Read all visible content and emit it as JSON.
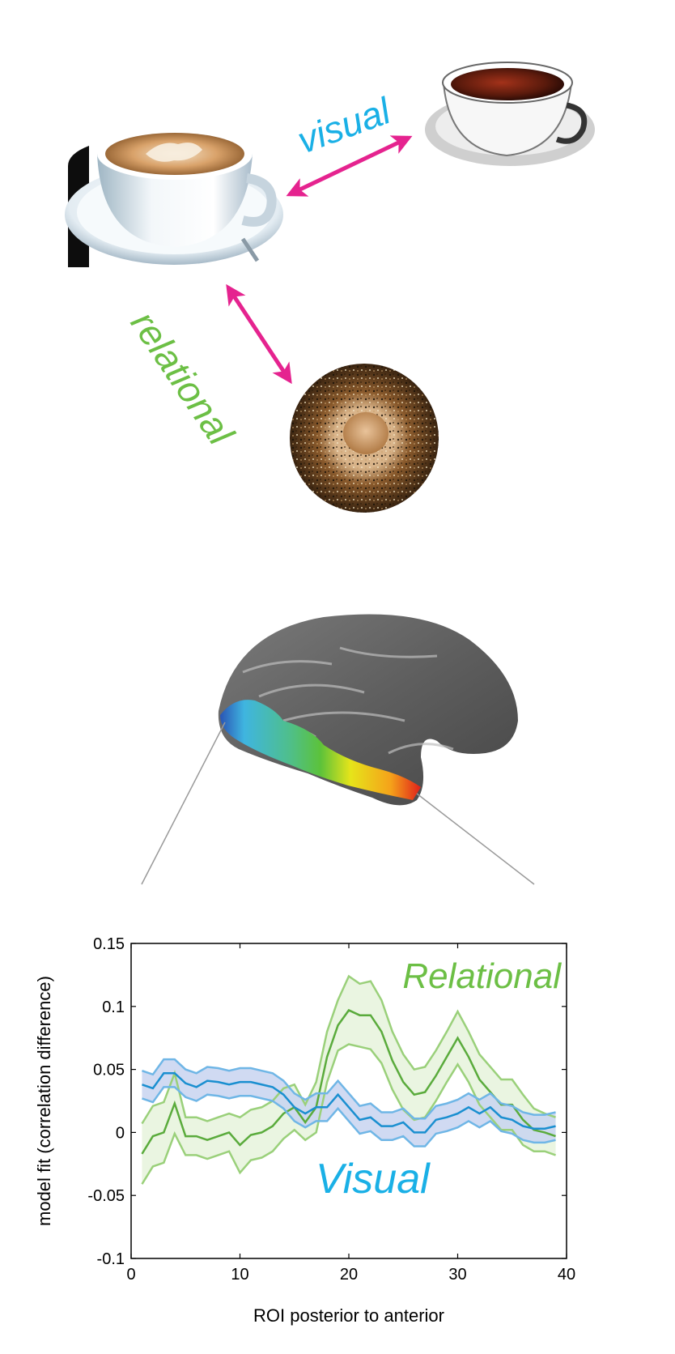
{
  "top_diagram": {
    "visual_label": "visual",
    "relational_label": "relational",
    "colors": {
      "visual": "#1ab0e6",
      "relational": "#6cbf45",
      "arrow": "#e5238f"
    },
    "objects": [
      "latte-cup",
      "tea-cup",
      "bagel"
    ]
  },
  "chart_data": {
    "type": "line",
    "xlabel": "ROI posterior to anterior",
    "ylabel": "model fit (correlation difference)",
    "xlim": [
      0,
      40
    ],
    "ylim": [
      -0.1,
      0.15
    ],
    "xticks": [
      0,
      10,
      20,
      30,
      40
    ],
    "yticks": [
      -0.1,
      -0.05,
      0,
      0.05,
      0.1,
      0.15
    ],
    "ytick_labels": [
      "-0.1",
      "-0.05",
      "0",
      "0.05",
      "0.1",
      "0.15"
    ],
    "grid": false,
    "x": [
      1,
      2,
      3,
      4,
      5,
      6,
      7,
      8,
      9,
      10,
      11,
      12,
      13,
      14,
      15,
      16,
      17,
      18,
      19,
      20,
      21,
      22,
      23,
      24,
      25,
      26,
      27,
      28,
      29,
      30,
      31,
      32,
      33,
      34,
      35,
      36,
      37,
      38,
      39
    ],
    "series": [
      {
        "name": "Visual",
        "color": "#1a8fd0",
        "band_color": "#c8d4f0",
        "values": [
          0.038,
          0.035,
          0.047,
          0.047,
          0.039,
          0.036,
          0.041,
          0.04,
          0.038,
          0.04,
          0.04,
          0.038,
          0.036,
          0.03,
          0.02,
          0.015,
          0.02,
          0.02,
          0.03,
          0.02,
          0.01,
          0.012,
          0.005,
          0.005,
          0.008,
          0.0,
          0.0,
          0.01,
          0.012,
          0.015,
          0.02,
          0.015,
          0.02,
          0.012,
          0.01,
          0.005,
          0.003,
          0.003,
          0.005
        ],
        "lower": [
          0.027,
          0.024,
          0.036,
          0.036,
          0.028,
          0.025,
          0.03,
          0.029,
          0.027,
          0.029,
          0.029,
          0.027,
          0.025,
          0.019,
          0.009,
          0.004,
          0.009,
          0.009,
          0.019,
          0.009,
          -0.001,
          0.001,
          -0.006,
          -0.006,
          -0.003,
          -0.011,
          -0.011,
          -0.001,
          0.001,
          0.004,
          0.009,
          0.004,
          0.009,
          0.001,
          -0.001,
          -0.006,
          -0.008,
          -0.008,
          -0.006
        ],
        "upper": [
          0.049,
          0.046,
          0.058,
          0.058,
          0.05,
          0.047,
          0.052,
          0.051,
          0.049,
          0.051,
          0.051,
          0.049,
          0.047,
          0.041,
          0.031,
          0.026,
          0.031,
          0.031,
          0.041,
          0.031,
          0.021,
          0.023,
          0.016,
          0.016,
          0.019,
          0.011,
          0.011,
          0.021,
          0.023,
          0.026,
          0.031,
          0.026,
          0.031,
          0.023,
          0.021,
          0.016,
          0.014,
          0.014,
          0.016
        ]
      },
      {
        "name": "Relational",
        "color": "#5aab3c",
        "band_color": "#e6f3dc",
        "values": [
          -0.017,
          -0.003,
          0.0,
          0.023,
          -0.003,
          -0.003,
          -0.006,
          -0.003,
          0.0,
          -0.01,
          -0.002,
          0.0,
          0.005,
          0.015,
          0.02,
          0.008,
          0.02,
          0.06,
          0.085,
          0.097,
          0.093,
          0.093,
          0.08,
          0.057,
          0.04,
          0.03,
          0.032,
          0.045,
          0.06,
          0.075,
          0.06,
          0.042,
          0.032,
          0.022,
          0.022,
          0.01,
          0.002,
          0.0,
          -0.003
        ],
        "lower": [
          -0.041,
          -0.027,
          -0.024,
          -0.001,
          -0.018,
          -0.018,
          -0.021,
          -0.018,
          -0.015,
          -0.032,
          -0.022,
          -0.02,
          -0.015,
          -0.005,
          0.002,
          -0.006,
          0.0,
          0.04,
          0.065,
          0.07,
          0.068,
          0.066,
          0.055,
          0.034,
          0.018,
          0.01,
          0.012,
          0.025,
          0.04,
          0.054,
          0.04,
          0.022,
          0.012,
          0.002,
          0.002,
          -0.01,
          -0.015,
          -0.015,
          -0.018
        ],
        "upper": [
          0.007,
          0.021,
          0.024,
          0.047,
          0.012,
          0.012,
          0.009,
          0.012,
          0.015,
          0.012,
          0.018,
          0.02,
          0.025,
          0.035,
          0.038,
          0.022,
          0.04,
          0.08,
          0.105,
          0.124,
          0.118,
          0.12,
          0.105,
          0.08,
          0.062,
          0.05,
          0.052,
          0.065,
          0.08,
          0.096,
          0.08,
          0.062,
          0.052,
          0.042,
          0.042,
          0.03,
          0.019,
          0.015,
          0.012
        ]
      }
    ],
    "annotations": [
      {
        "text": "Relational",
        "color": "#6cbf45"
      },
      {
        "text": "Visual",
        "color": "#1ab0e6"
      }
    ]
  }
}
